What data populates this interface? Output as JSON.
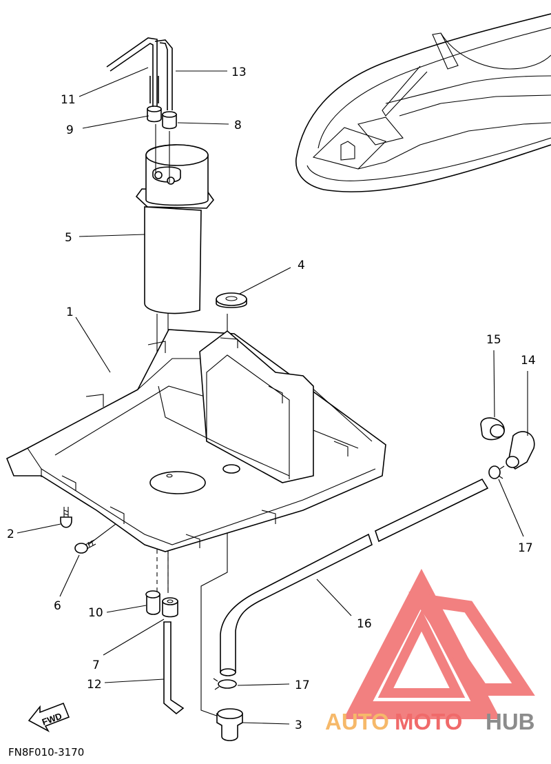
{
  "diagram_code": "FN8F010-3170",
  "fwd_label": "FWD",
  "watermark": {
    "part1": "AUTO",
    "part2": "MOTO",
    "part3": "HUB",
    "color_red": "#f06a6a",
    "color_orange": "#f6b96a",
    "color_gray": "#8c8c8c"
  },
  "callouts": {
    "c1": "1",
    "c2": "2",
    "c3": "3",
    "c4": "4",
    "c5": "5",
    "c6": "6",
    "c7": "7",
    "c8": "8",
    "c9": "9",
    "c10": "10",
    "c11": "11",
    "c12": "12",
    "c13": "13",
    "c14": "14",
    "c15": "15",
    "c16": "16",
    "c17a": "17",
    "c17b": "17"
  }
}
